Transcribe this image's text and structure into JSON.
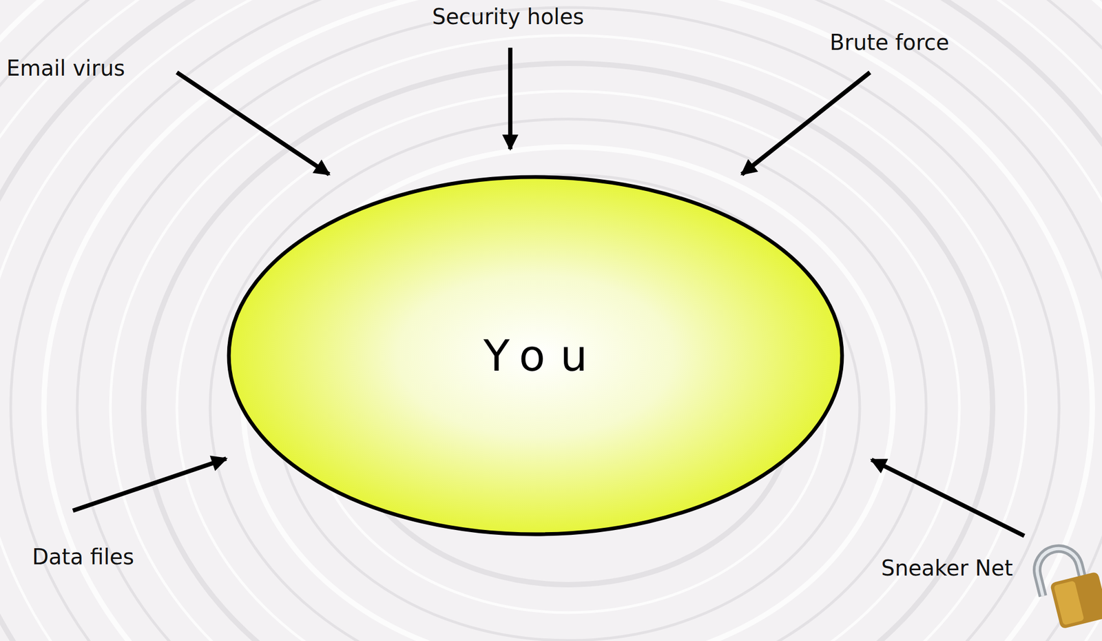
{
  "diagram": {
    "nodes": [
      {
        "text": [
          "You"
        ]
      }
    ],
    "labels": [
      "Email virus",
      "Security holes",
      "Brute force",
      "Data files",
      "Sneaker Net"
    ]
  }
}
